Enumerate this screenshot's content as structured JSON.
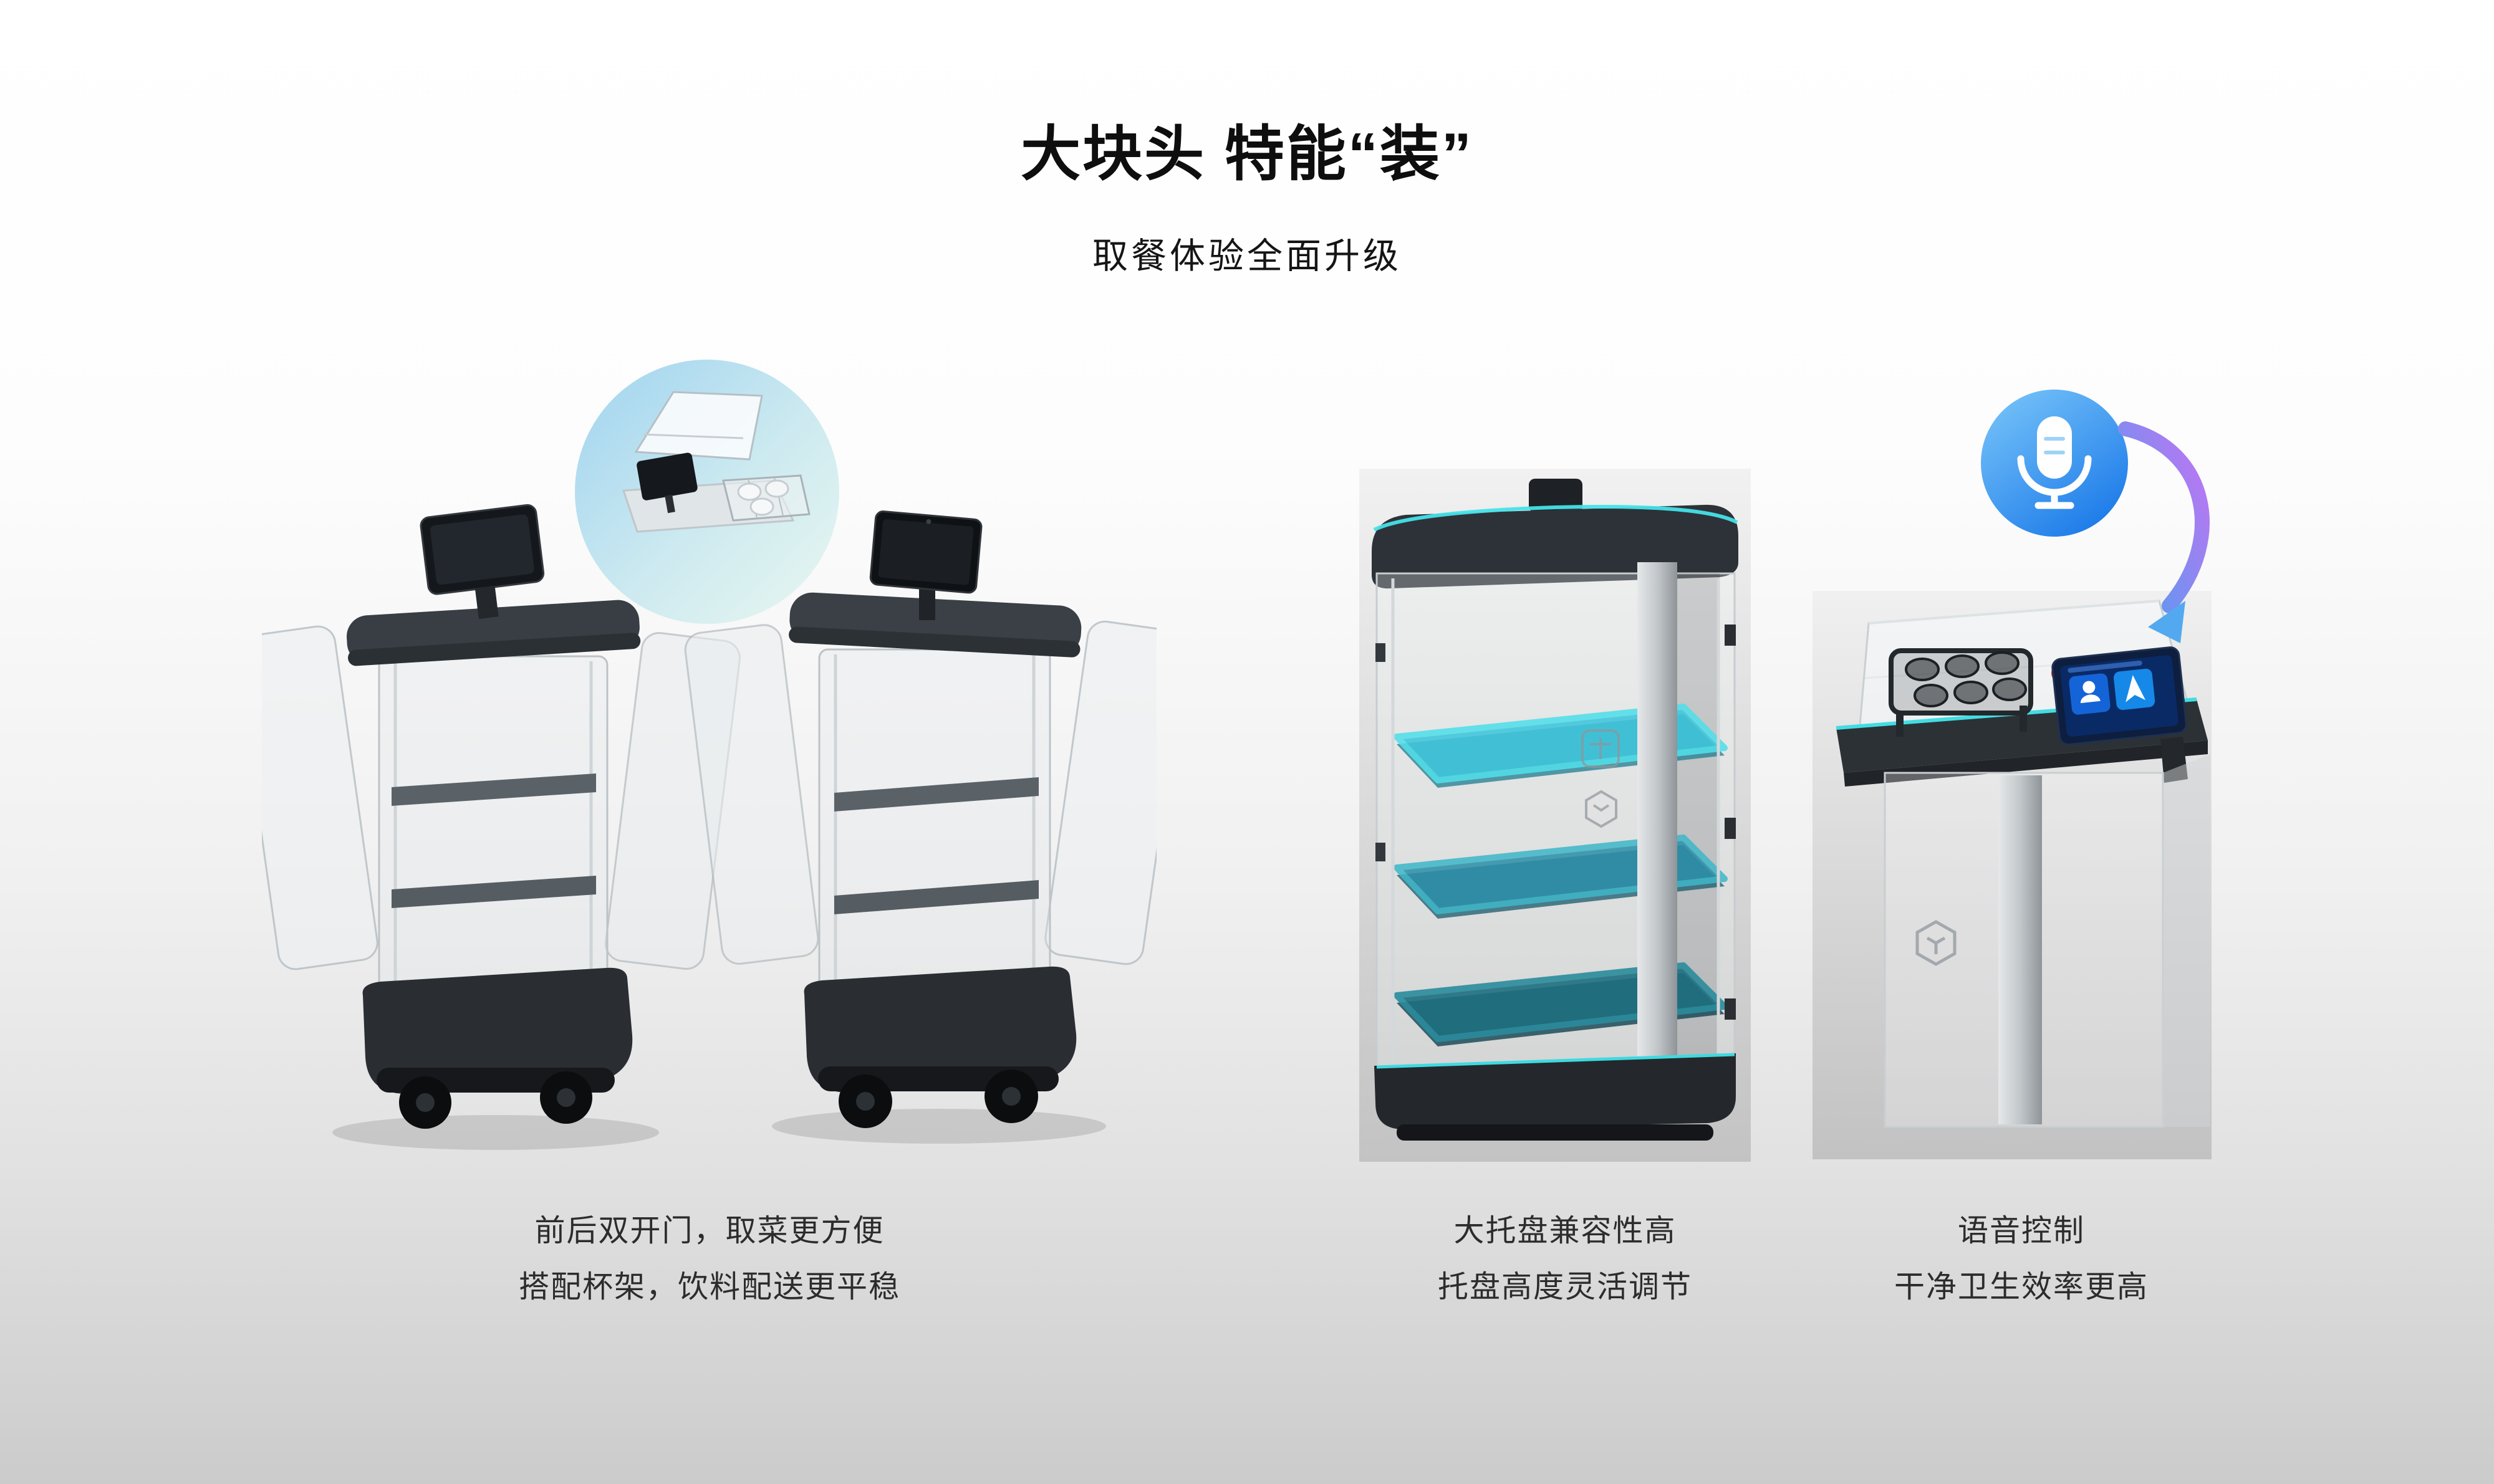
{
  "page": {
    "title": "大块头 特能“装”",
    "subtitle": "取餐体验全面升级"
  },
  "features": [
    {
      "id": "front-back-double-doors",
      "caption_line1": "前后双开门，取菜更方便",
      "caption_line2": "搭配杯架，饮料配送更平稳",
      "illustration": "two-delivery-robots-with-open-doors",
      "inset": "cup-holder-detail"
    },
    {
      "id": "large-tray",
      "caption_line1": "大托盘兼容性高",
      "caption_line2": "托盘高度灵活调节",
      "illustration": "cabinet-with-three-adjustable-teal-trays"
    },
    {
      "id": "voice-control",
      "caption_line1": "语音控制",
      "caption_line2": "干净卫生效率更高",
      "illustration": "robot-top-with-touchscreen",
      "icons": [
        "microphone-icon",
        "curved-arrow-icon"
      ]
    }
  ],
  "colors": {
    "accent_cyan": "#45DDE4",
    "tray_teal_bright": "#3FC6DC",
    "tray_teal_mid": "#2C8FA9",
    "tray_teal_dark": "#1E6F80",
    "mic_blue_light": "#7CC8FA",
    "mic_blue_dark": "#1E7CE9",
    "arrow_purple": "#C473F2",
    "arrow_blue": "#4F9EF0",
    "robot_dark": "#2B3036",
    "background_top": "#FFFFFF",
    "background_bottom": "#CBCBCB"
  }
}
